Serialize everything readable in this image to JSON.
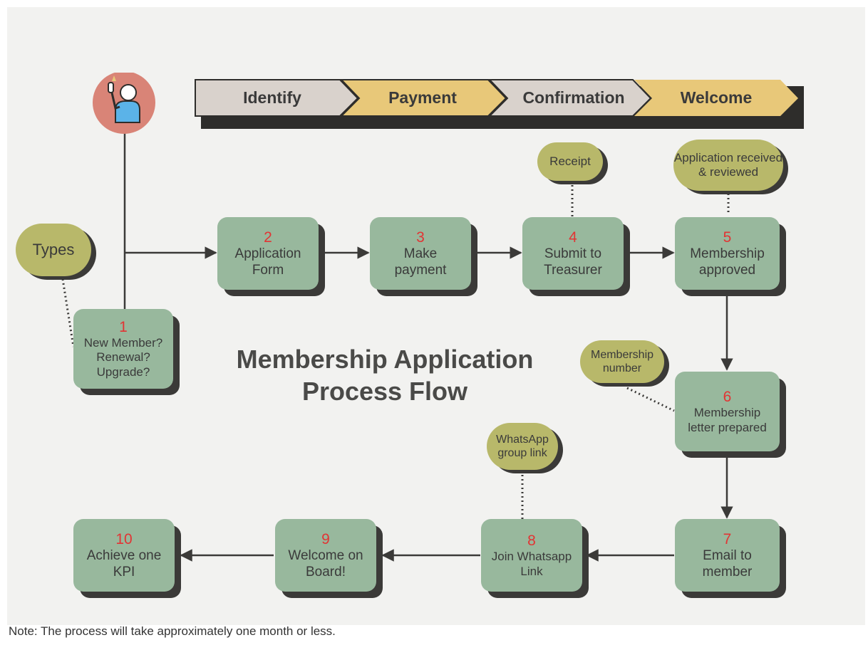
{
  "title": "Membership Application Process Flow",
  "stages": [
    "Identify",
    "Payment",
    "Confirmation",
    "Welcome"
  ],
  "steps": [
    {
      "num": "1",
      "label": "New Member? Renewal? Upgrade?"
    },
    {
      "num": "2",
      "label": "Application Form"
    },
    {
      "num": "3",
      "label": "Make payment"
    },
    {
      "num": "4",
      "label": "Submit to Treasurer"
    },
    {
      "num": "5",
      "label": "Membership approved"
    },
    {
      "num": "6",
      "label": "Membership letter prepared"
    },
    {
      "num": "7",
      "label": "Email to member"
    },
    {
      "num": "8",
      "label": "Join Whatsapp Link"
    },
    {
      "num": "9",
      "label": "Welcome on Board!"
    },
    {
      "num": "10",
      "label": "Achieve one KPI"
    }
  ],
  "notes": {
    "types": "Types",
    "receipt": "Receipt",
    "application_received": "Application received & reviewed",
    "membership_number": "Membership number",
    "whatsapp_link": "WhatsApp group link"
  },
  "footer_note": "Note: The process will take approximately one month or less.",
  "colors": {
    "step_box": "#98b89d",
    "note_bubble": "#b8b86a",
    "shadow": "#3b3a38",
    "stage_gray": "#d9d2cc",
    "stage_gold": "#e8c879",
    "step_number": "#e23434",
    "avatar_circle": "#d98477",
    "avatar_figure": "#5bb3e8"
  },
  "icons": [
    "person-raising-hand-icon"
  ]
}
